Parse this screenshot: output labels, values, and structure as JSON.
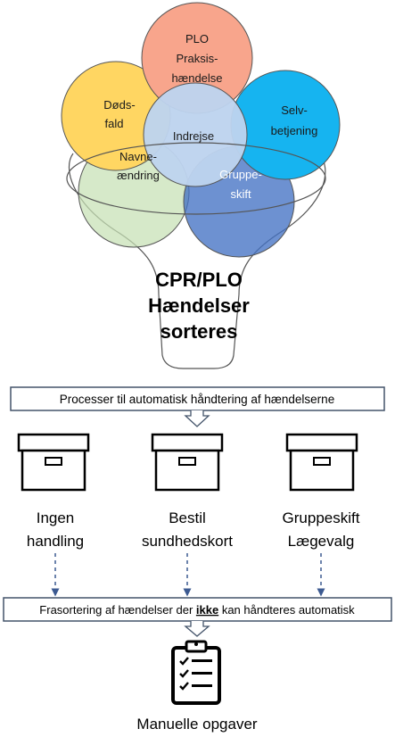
{
  "circles": {
    "plo": [
      "PLO",
      "Praksis-",
      "hændelse"
    ],
    "dodsfald": [
      "Døds-",
      "fald"
    ],
    "indrejse": [
      "Indrejse"
    ],
    "selvbetjening": [
      "Selv-",
      "betjening"
    ],
    "navneaendring": [
      "Navne-",
      "ændring"
    ],
    "gruppeskift": [
      "Gruppe-",
      "skift"
    ]
  },
  "funnel": {
    "label_lines": [
      "CPR/PLO",
      "Hændelser",
      "sorteres"
    ]
  },
  "bar_top": {
    "text": "Processer til automatisk håndtering af hændelserne"
  },
  "boxes": [
    {
      "lines": [
        "Ingen",
        "handling"
      ]
    },
    {
      "lines": [
        "Bestil",
        "sundhedskort"
      ]
    },
    {
      "lines": [
        "Gruppeskift",
        "Lægevalg"
      ]
    }
  ],
  "bar_bottom": {
    "text_before": "Frasortering af hændelser der ",
    "text_emph": "ikke",
    "text_after": " kan håndteres automatisk"
  },
  "final": {
    "label": "Manuelle opgaver",
    "icon": "clipboard-checklist-icon"
  },
  "colors": {
    "plo": "#F8A58C",
    "dodsfald": "#FFD662",
    "indrejse": "#BDD3EE",
    "selvbetjening": "#16B4F0",
    "navneaendring": "#C6E0B4",
    "gruppeskift": "#4472C4",
    "bar_border": "#44546A",
    "arrow": "#3C5A91"
  }
}
